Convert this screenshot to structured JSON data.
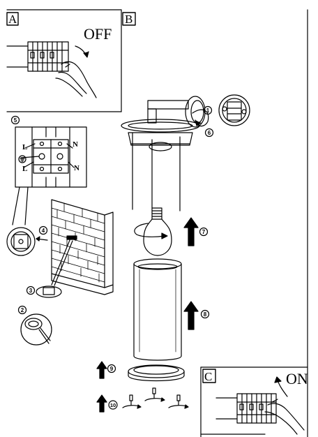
{
  "panels": {
    "a": {
      "letter": "A",
      "status": "OFF"
    },
    "b": {
      "letter": "B"
    },
    "c": {
      "letter": "C",
      "status": "ON"
    }
  },
  "wiring": {
    "terminal_top_left": "L",
    "terminal_top_right": "N",
    "terminal_mid_left": "L",
    "terminal_mid_right": "N"
  },
  "steps": [
    "1",
    "2",
    "3",
    "4",
    "5",
    "6",
    "7",
    "8",
    "9",
    "10"
  ]
}
